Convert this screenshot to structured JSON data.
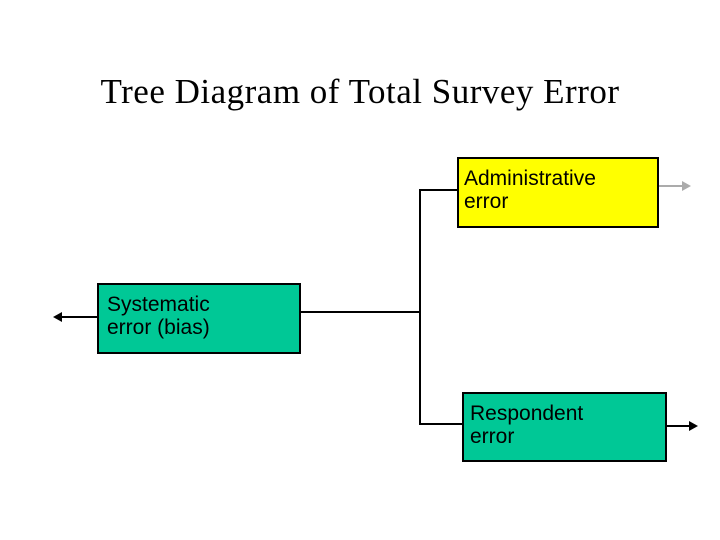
{
  "slide": {
    "title": "Tree Diagram of Total Survey Error",
    "background": "#ffffff"
  },
  "diagram": {
    "nodes": [
      {
        "id": "administrative-error",
        "lines": [
          "Administrative",
          "error"
        ],
        "fill": "#ffff00"
      },
      {
        "id": "systematic-error",
        "lines": [
          "Systematic",
          "error (bias)"
        ],
        "fill": "#00c896"
      },
      {
        "id": "respondent-error",
        "lines": [
          "Respondent",
          "error"
        ],
        "fill": "#00c896"
      }
    ],
    "edges": [
      {
        "from": "trunk",
        "to": "administrative-error",
        "type": "elbow-connector"
      },
      {
        "from": "systematic-error",
        "to": "trunk",
        "type": "straight-connector"
      },
      {
        "from": "trunk",
        "to": "respondent-error",
        "type": "elbow-connector"
      }
    ],
    "arrows": [
      {
        "attached_to": "administrative-error",
        "direction": "right",
        "color": "#ababab"
      },
      {
        "attached_to": "systematic-error",
        "direction": "left",
        "color": "#000000"
      },
      {
        "attached_to": "respondent-error",
        "direction": "right",
        "color": "#000000"
      }
    ],
    "colors": {
      "box_border": "#000000",
      "connector": "#000000",
      "text": "#000000",
      "yellow_fill": "#ffff00",
      "green_fill": "#00c896",
      "gray_arrow": "#ababab"
    }
  }
}
